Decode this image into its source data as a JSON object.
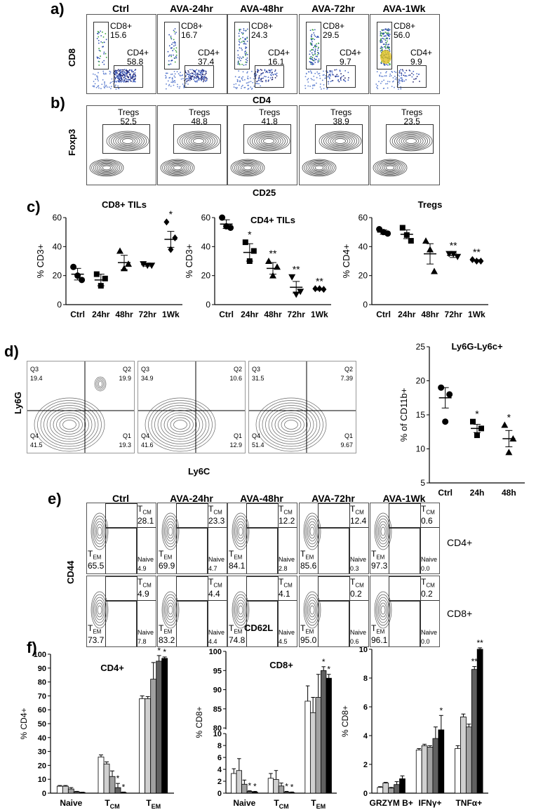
{
  "panel_labels": {
    "a": "a)",
    "b": "b)",
    "c": "c)",
    "d": "d)",
    "e": "e)",
    "f": "f)"
  },
  "conditions": [
    "Ctrl",
    "AVA-24hr",
    "AVA-48hr",
    "AVA-72hr",
    "AVA-1Wk"
  ],
  "panel_a": {
    "y_axis": "CD8",
    "x_axis": "CD4",
    "cd8_label": "CD8+",
    "cd4_label": "CD4+",
    "cd8_values": [
      "15.6",
      "16.7",
      "24.3",
      "29.5",
      "56.0"
    ],
    "cd4_values": [
      "58.8",
      "37.4",
      "16.1",
      "9.7",
      "9.9"
    ]
  },
  "panel_b": {
    "y_axis": "Foxp3",
    "x_axis": "CD25",
    "gate_label": "Tregs",
    "values": [
      "52.5",
      "48.8",
      "41.8",
      "38.9",
      "23.5"
    ]
  },
  "panel_d_flow": {
    "y_axis": "Ly6G",
    "x_axis": "Ly6C",
    "plots": [
      {
        "q3": "Q3",
        "q3v": "19.4",
        "q2": "Q2",
        "q2v": "19.9",
        "q4": "Q4",
        "q4v": "41.5",
        "q1": "Q1",
        "q1v": "19.3"
      },
      {
        "q3": "Q3",
        "q3v": "34.9",
        "q2": "Q2",
        "q2v": "10.6",
        "q4": "Q4",
        "q4v": "41.6",
        "q1": "Q1",
        "q1v": "12.9"
      },
      {
        "q3": "Q3",
        "q3v": "31.5",
        "q2": "Q2",
        "q2v": "7.39",
        "q4": "Q4",
        "q4v": "51.4",
        "q1": "Q1",
        "q1v": "9.67"
      }
    ]
  },
  "panel_e": {
    "y_axis": "CD44",
    "x_axis": "CD62L",
    "row_labels": [
      "CD4+",
      "CD8+"
    ],
    "tcm_main": "T",
    "tcm_sub": "CM",
    "tem_main": "T",
    "tem_sub": "EM",
    "naive": "Naive",
    "cd4": {
      "tcm": [
        "28.1",
        "23.3",
        "12.2",
        "12.4",
        "0.6"
      ],
      "tem": [
        "65.5",
        "69.9",
        "84.1",
        "85.6",
        "97.3"
      ],
      "naive": [
        "4.9",
        "4.7",
        "2.8",
        "0.3",
        "0.0"
      ]
    },
    "cd8": {
      "tcm": [
        "4.9",
        "4.4",
        "4.1",
        "0.2",
        "0.2"
      ],
      "tem": [
        "73.7",
        "83.2",
        "74.8",
        "95.0",
        "96.1"
      ],
      "naive": [
        "7.8",
        "4.4",
        "4.5",
        "0.6",
        "0.0"
      ]
    }
  },
  "chart_data": [
    {
      "type": "scatter",
      "title": "CD8+  TILs",
      "ylabel": "% CD3+",
      "categories": [
        "Ctrl",
        "24hr",
        "48hr",
        "72hr",
        "1Wk"
      ],
      "ylim": [
        0,
        60
      ],
      "yticks": [
        0,
        20,
        40,
        60
      ],
      "points": [
        [
          26,
          17,
          20
        ],
        [
          21,
          18,
          13
        ],
        [
          37,
          28,
          25
        ],
        [
          28,
          27,
          27
        ],
        [
          57,
          46,
          38
        ]
      ],
      "means": [
        21,
        17,
        29,
        27.5,
        45
      ],
      "sem": [
        4,
        4,
        5,
        1,
        5.5
      ],
      "markers": [
        "circle",
        "square",
        "triangle",
        "inv-triangle",
        "diamond"
      ],
      "sig": [
        "",
        "",
        "",
        "",
        "*"
      ]
    },
    {
      "type": "scatter",
      "title": "CD4+  TILs",
      "ylabel": "% CD3+",
      "categories": [
        "Ctrl",
        "24hr",
        "48hr",
        "72hr",
        "1Wk"
      ],
      "ylim": [
        0,
        60
      ],
      "yticks": [
        0,
        20,
        40,
        60
      ],
      "points": [
        [
          60,
          53,
          54
        ],
        [
          43,
          37,
          30
        ],
        [
          30,
          26,
          20
        ],
        [
          19,
          9,
          7
        ],
        [
          11,
          10.5,
          11
        ]
      ],
      "means": [
        55.5,
        36,
        25,
        12,
        10.5
      ],
      "sem": [
        3,
        6,
        4,
        4,
        0.5
      ],
      "markers": [
        "circle",
        "square",
        "triangle",
        "inv-triangle",
        "diamond"
      ],
      "sig": [
        "",
        "*",
        "**",
        "**",
        "**"
      ]
    },
    {
      "type": "scatter",
      "title": "Tregs",
      "ylabel": "% CD4+",
      "categories": [
        "Ctrl",
        "24hr",
        "48hr",
        "72hr",
        "1Wk"
      ],
      "ylim": [
        0,
        60
      ],
      "yticks": [
        0,
        20,
        40,
        60
      ],
      "points": [
        [
          52,
          49,
          50
        ],
        [
          53,
          44,
          48
        ],
        [
          44,
          23,
          38
        ],
        [
          35,
          33,
          35
        ],
        [
          31,
          30,
          30
        ]
      ],
      "means": [
        50,
        48.5,
        35,
        34,
        30.5
      ],
      "sem": [
        1.5,
        3,
        7,
        1.5,
        0.5
      ],
      "markers": [
        "circle",
        "square",
        "triangle",
        "inv-triangle",
        "diamond"
      ],
      "sig": [
        "",
        "",
        "",
        "**",
        "**"
      ]
    },
    {
      "type": "scatter",
      "title": "Ly6G-Ly6c+",
      "ylabel": "% of CD11b+",
      "categories": [
        "Ctrl",
        "24h",
        "48h"
      ],
      "ylim": [
        5,
        25
      ],
      "yticks": [
        5,
        10,
        15,
        20,
        25
      ],
      "points": [
        [
          19,
          18,
          14
        ],
        [
          14,
          13,
          12
        ],
        [
          13.5,
          11.5,
          9.5
        ]
      ],
      "means": [
        17.5,
        13,
        11.5
      ],
      "sem": [
        1.5,
        0.6,
        1.2
      ],
      "markers": [
        "circle",
        "square",
        "triangle"
      ],
      "sig": [
        "",
        "*",
        "*"
      ]
    },
    {
      "type": "bar",
      "title": "CD4+",
      "ylabel": "% CD4+",
      "categories": [
        "Naive",
        "T_CM",
        "T_EM"
      ],
      "ylim": [
        0,
        100
      ],
      "yticks": [
        0,
        10,
        20,
        30,
        40,
        50,
        60,
        70,
        80,
        90,
        100
      ],
      "series": [
        [
          5,
          26,
          68
        ],
        [
          5,
          21,
          68
        ],
        [
          3,
          12,
          82
        ],
        [
          1,
          4,
          95
        ],
        [
          0.5,
          0.5,
          97
        ]
      ],
      "errors": [
        [
          0.5,
          1.5,
          2
        ],
        [
          0.5,
          1.5,
          1.5
        ],
        [
          1,
          4,
          12
        ],
        [
          0.3,
          3,
          4
        ],
        [
          0.2,
          0.3,
          1
        ]
      ],
      "sig": [
        [
          "",
          "",
          "",
          "",
          ""
        ],
        [
          "",
          "",
          "",
          "*",
          "*"
        ],
        [
          "",
          "",
          "",
          "*",
          "*"
        ]
      ]
    },
    {
      "type": "bar",
      "title": "CD8+",
      "ylabel": "% CD8+",
      "categories": [
        "Naive",
        "T_CM",
        "T_EM"
      ],
      "ylim": [
        0,
        100
      ],
      "axis_break": [
        10,
        80
      ],
      "yticks": [
        0,
        2,
        4,
        6,
        8,
        10,
        80,
        85,
        90,
        95,
        100
      ],
      "series": [
        [
          3.3,
          2.5,
          87
        ],
        [
          3.8,
          2.3,
          84
        ],
        [
          1.5,
          1.2,
          88
        ],
        [
          0.3,
          0.2,
          95
        ],
        [
          0.2,
          0.1,
          93
        ]
      ],
      "errors": [
        [
          0.8,
          0.8,
          4
        ],
        [
          2,
          1.5,
          4
        ],
        [
          0.7,
          0.5,
          6
        ],
        [
          0.1,
          0.1,
          1
        ],
        [
          0.1,
          0.1,
          1
        ]
      ],
      "sig": [
        [
          "",
          "",
          "",
          "*",
          "*"
        ],
        [
          "",
          "",
          "",
          "*",
          "*"
        ],
        [
          "",
          "",
          "",
          "*",
          "*"
        ]
      ]
    },
    {
      "type": "bar",
      "title": "",
      "ylabel": "% CD8+",
      "categories": [
        "GRZYM B+",
        "IFNγ+",
        "TNFα+"
      ],
      "ylim": [
        0,
        10
      ],
      "yticks": [
        0,
        2,
        4,
        6,
        8,
        10
      ],
      "series": [
        [
          0.4,
          3.0,
          3.1
        ],
        [
          0.7,
          3.3,
          5.3
        ],
        [
          0.35,
          3.2,
          4.6
        ],
        [
          0.6,
          3.8,
          8.6
        ],
        [
          1.0,
          4.4,
          10.0
        ]
      ],
      "errors": [
        [
          0.05,
          0.1,
          0.2
        ],
        [
          0.05,
          0.1,
          0.2
        ],
        [
          0.05,
          0.1,
          0.2
        ],
        [
          0.2,
          0.8,
          0.2
        ],
        [
          0.2,
          1.0,
          0.1
        ]
      ],
      "sig": [
        [
          "",
          "",
          "",
          "",
          ""
        ],
        [
          "",
          "",
          "",
          "",
          "*"
        ],
        [
          "",
          "",
          "",
          "**",
          "**"
        ]
      ]
    }
  ]
}
